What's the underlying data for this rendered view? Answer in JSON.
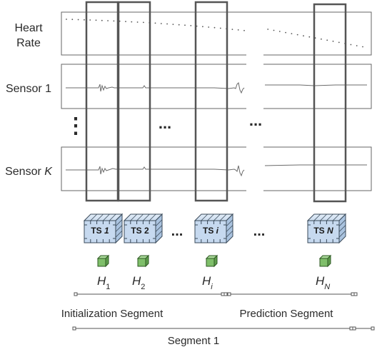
{
  "row_labels": {
    "heart_rate_line1": "Heart",
    "heart_rate_line2": "Rate",
    "sensor_1": "Sensor 1",
    "sensor_k_prefix": "Sensor ",
    "sensor_k_italic": "K"
  },
  "time_steps": [
    {
      "prefix": "TS ",
      "italic": "1",
      "h_letter": "H",
      "h_sub": "1"
    },
    {
      "prefix": "TS ",
      "italic": "",
      "plain": "2",
      "h_letter": "H",
      "h_sub": "2"
    },
    {
      "prefix": "TS ",
      "italic": "i",
      "h_letter": "H",
      "h_sub": "i"
    },
    {
      "prefix": "TS ",
      "italic": "N",
      "h_letter": "H",
      "h_sub": "N"
    }
  ],
  "ellipsis": "...",
  "vertical_ellipsis": "⋮",
  "segments": {
    "initialization": "Initialization Segment",
    "prediction": "Prediction Segment",
    "segment1": "Segment 1"
  },
  "colors": {
    "cube_face": "#c6d9ef",
    "cube_edge": "#3a4a5a",
    "hidden_cube": "#7fbf6a",
    "window_stroke": "#555555",
    "signal": "#6b6b6b"
  }
}
